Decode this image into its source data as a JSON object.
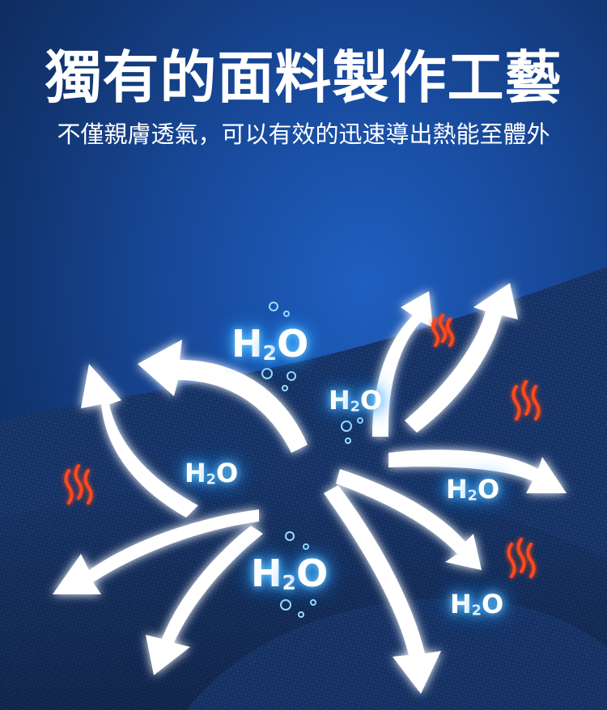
{
  "header": {
    "title": "獨有的面料製作工藝",
    "subtitle": "不僅親膚透氣，可以有效的迅速導出熱能至體外"
  },
  "labels": {
    "h2o_main": "H",
    "h2o_sub": "2",
    "h2o_tail": "O"
  },
  "colors": {
    "background_top": "#1f5fc0",
    "background_bottom": "#0b2350",
    "fabric": "#163062",
    "arrow": "#ffffff",
    "glow": "#6fd0ff",
    "heat": "#ff4a1a"
  },
  "icons": {
    "arrow": "white-arrow-icon",
    "heat": "heat-wave-icon",
    "bubble": "water-bubble-icon"
  }
}
